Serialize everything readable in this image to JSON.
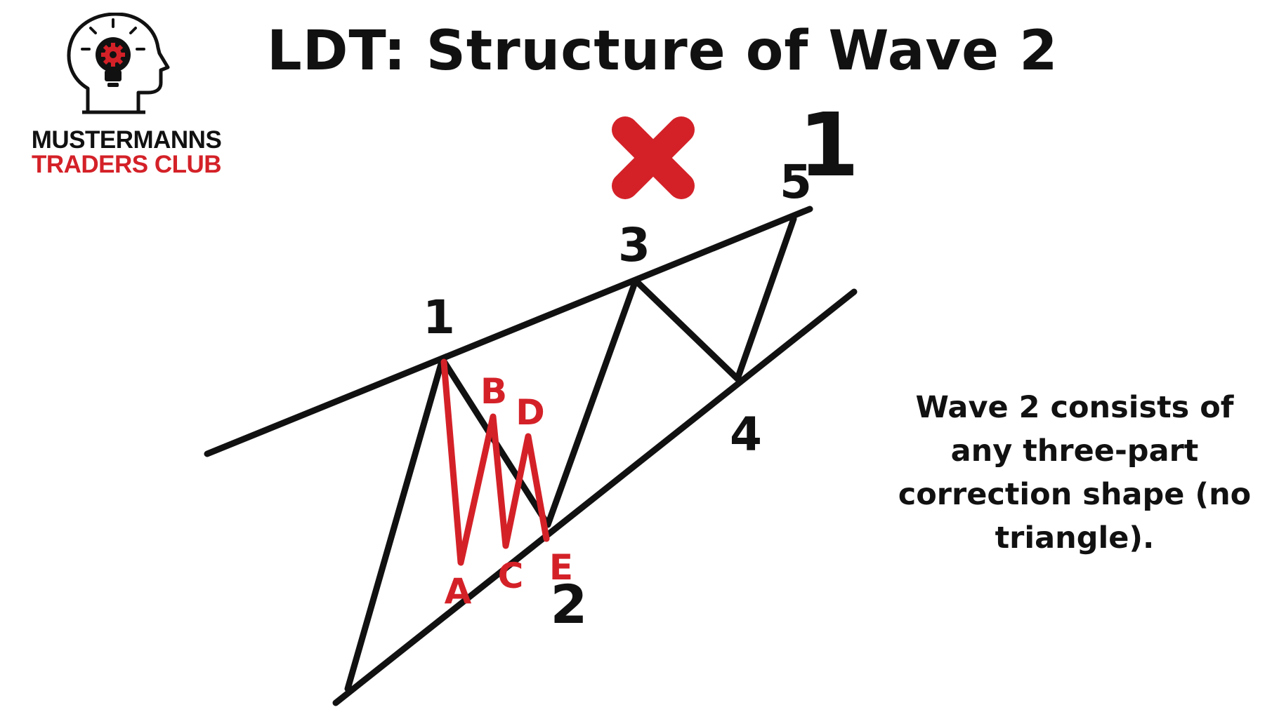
{
  "title": "LDT: Structure of Wave 2",
  "logo": {
    "line1": "MUSTERMANNS",
    "line2": "TRADERS CLUB",
    "icon": "head-lightbulb-gear-icon"
  },
  "cross_icon": "red-x-icon",
  "degree_label": "1",
  "wave_labels": {
    "w1": "1",
    "w2": "2",
    "w3": "3",
    "w4": "4",
    "w5": "5"
  },
  "subwave_labels": {
    "a": "A",
    "b": "B",
    "c": "C",
    "d": "D",
    "e": "E"
  },
  "description": "Wave 2 consists of any three-part correction shape (no triangle).",
  "colors": {
    "primary": "#111111",
    "accent": "#d42128",
    "background": "#ffffff"
  }
}
